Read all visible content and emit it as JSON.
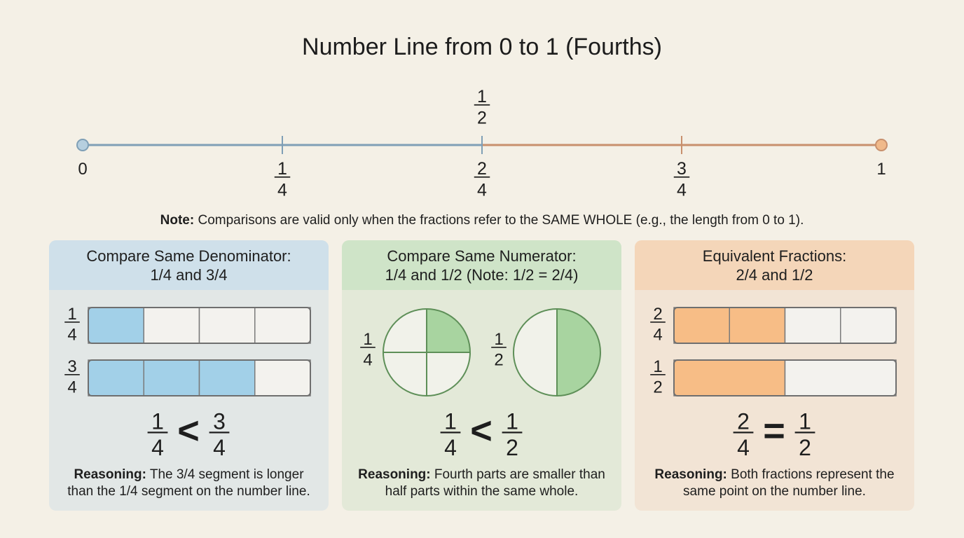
{
  "title": "Number Line from 0 to 1 (Fourths)",
  "number_line": {
    "start_label": "0",
    "end_label": "1",
    "ticks": [
      {
        "num": "1",
        "den": "4"
      },
      {
        "num": "2",
        "den": "4"
      },
      {
        "num": "3",
        "den": "4"
      }
    ],
    "above_label": {
      "num": "1",
      "den": "2"
    },
    "colors": {
      "left": "#7f9fb6",
      "right": "#c8906d",
      "left_dot": "#b6cfdf",
      "right_dot": "#f0b98a"
    }
  },
  "note": {
    "bold": "Note:",
    "text": " Comparisons are valid only when the fractions refer to the SAME WHOLE (e.g., the length from 0 to 1)."
  },
  "panels": [
    {
      "title_line1": "Compare Same Denominator:",
      "title_line2": "1/4 and 3/4",
      "rows": [
        {
          "num": "1",
          "den": "4",
          "parts": 4,
          "filled": 1
        },
        {
          "num": "3",
          "den": "4",
          "parts": 4,
          "filled": 3
        }
      ],
      "comparison": {
        "left_num": "1",
        "left_den": "4",
        "symbol": "<",
        "right_num": "3",
        "right_den": "4"
      },
      "reason_bold": "Reasoning:",
      "reason_line1": " The 3/4 segment is longer",
      "reason_line2": "than the 1/4 segment on the number line.",
      "fill_color": "#a2d0e8"
    },
    {
      "title_line1": "Compare Same Numerator:",
      "title_line2": "1/4 and 1/2 (Note: 1/2 = 2/4)",
      "circles": [
        {
          "num": "1",
          "den": "4",
          "parts": 4,
          "filled": 1
        },
        {
          "num": "1",
          "den": "2",
          "parts": 2,
          "filled": 1
        }
      ],
      "comparison": {
        "left_num": "1",
        "left_den": "4",
        "symbol": "<",
        "right_num": "1",
        "right_den": "2"
      },
      "reason_bold": "Reasoning:",
      "reason_line1": " Fourth parts are smaller than",
      "reason_line2": "half parts within the same whole.",
      "fill_color": "#a8d4a0"
    },
    {
      "title_line1": "Equivalent Fractions:",
      "title_line2": "2/4 and 1/2",
      "rows": [
        {
          "num": "2",
          "den": "4",
          "parts": 4,
          "filled": 2
        },
        {
          "num": "1",
          "den": "2",
          "parts": 2,
          "filled": 1
        }
      ],
      "comparison": {
        "left_num": "2",
        "left_den": "4",
        "symbol": "=",
        "right_num": "1",
        "right_den": "2"
      },
      "reason_bold": "Reasoning:",
      "reason_line1": " Both fractions represent the",
      "reason_line2": "same point on the number line.",
      "fill_color": "#f7bd86"
    }
  ]
}
